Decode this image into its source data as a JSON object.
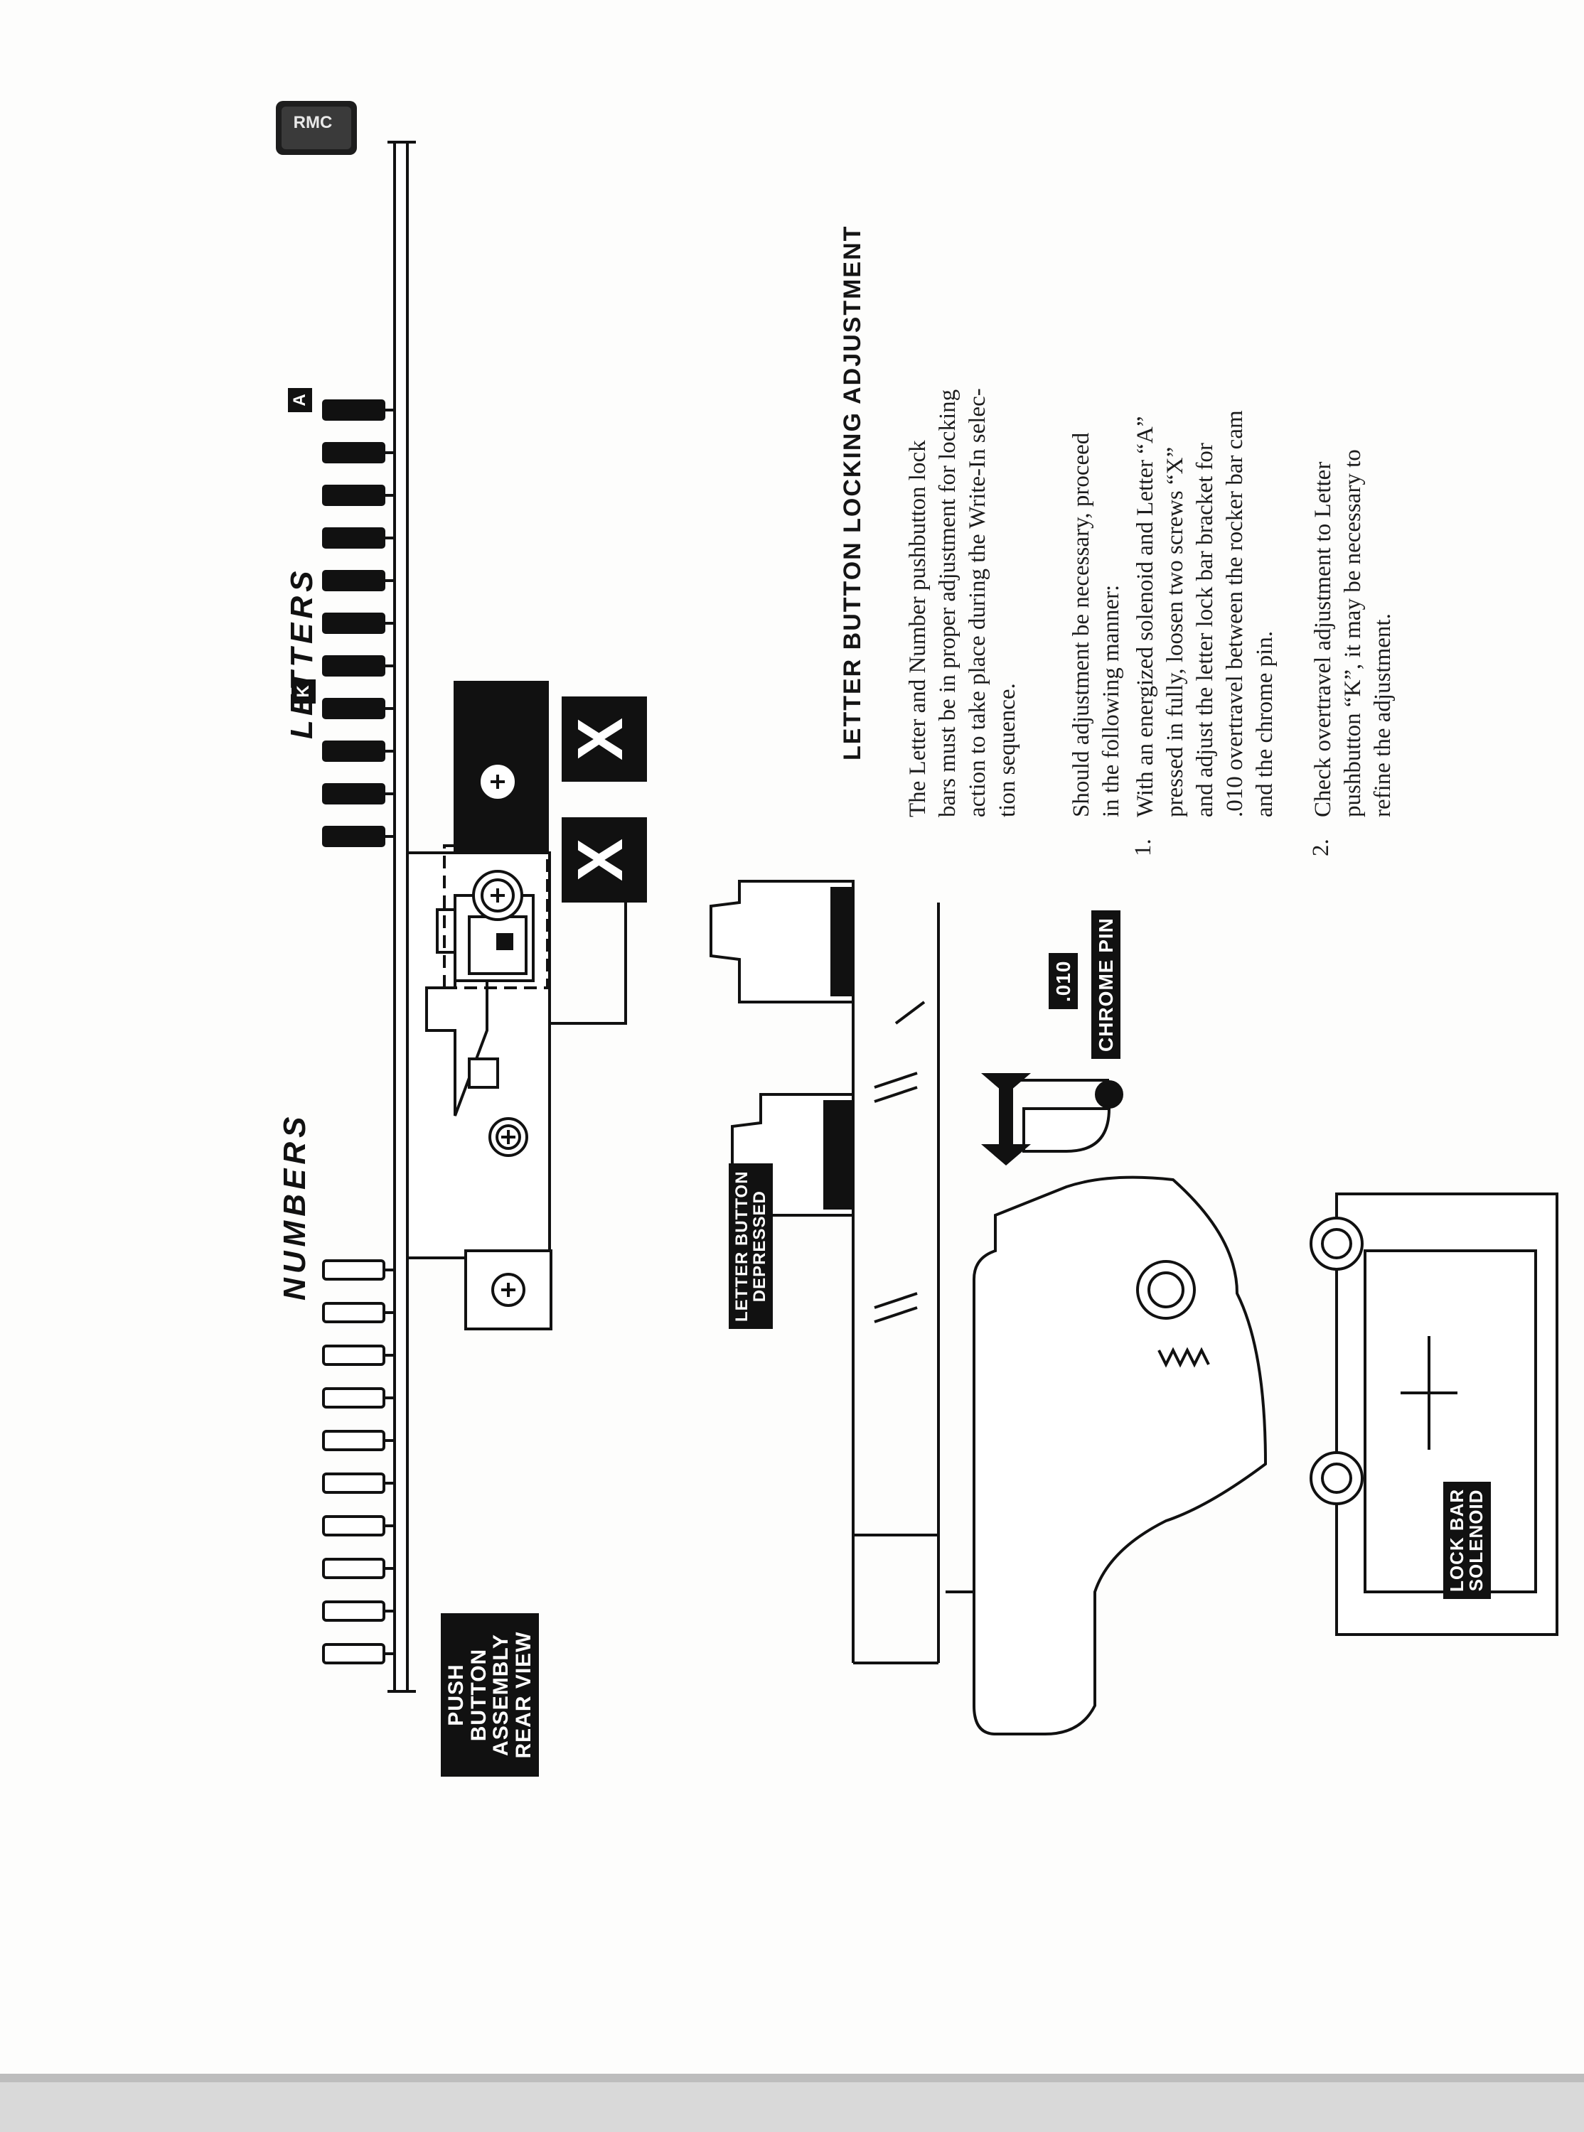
{
  "logo": {
    "text": "RMC"
  },
  "heading": "LETTER BUTTON LOCKING ADJUSTMENT",
  "paragraphs": {
    "p1": "The Letter and Number pushbutton lock\nbars must be in proper adjustment for locking\naction to take place during the Write-In selec-\ntion sequence.",
    "p2": "Should adjustment be necessary, proceed\nin the following manner:"
  },
  "steps": [
    {
      "num": "1.",
      "text": "With an energized solenoid and Letter “A”\npressed in fully, loosen two screws “X”\nand adjust the letter lock bar bracket for\n.010 overtravel between the rocker bar cam\nand the chrome pin."
    },
    {
      "num": "2.",
      "text": "Check overtravel adjustment to Letter\npushbutton “K”, it may be necessary to\nrefine the adjustment."
    }
  ],
  "diagram": {
    "push_button_label": [
      "PUSH BUTTON",
      "ASSEMBLY",
      "REAR VIEW"
    ],
    "numbers_label": "NUMBERS",
    "letters_label": "LETTERS",
    "key_k": "K",
    "key_a": "A",
    "screw_mark": "X",
    "letter_button_label": [
      "LETTER BUTTON",
      "DEPRESSED"
    ],
    "gap_label": ".010",
    "chrome_pin_label": "CHROME PIN",
    "solenoid_label": [
      "LOCK BAR",
      "SOLENOID"
    ]
  }
}
